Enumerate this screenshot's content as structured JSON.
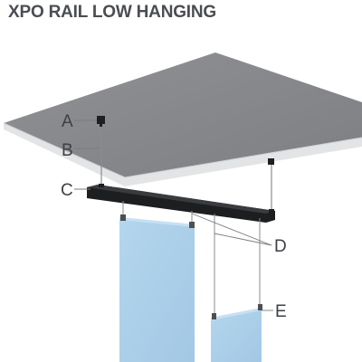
{
  "title": "XPO RAIL LOW HANGING",
  "callouts": {
    "a": "A",
    "b": "B",
    "c": "C",
    "d": "D",
    "e": "E"
  },
  "colors": {
    "title": "#4a4d52",
    "ceiling_top": "#8c8e91",
    "ceiling_edge": "#e2e3e4",
    "rail": "#1d1e20",
    "panel": "#a9cde8",
    "cable": "#8a8c8f"
  }
}
